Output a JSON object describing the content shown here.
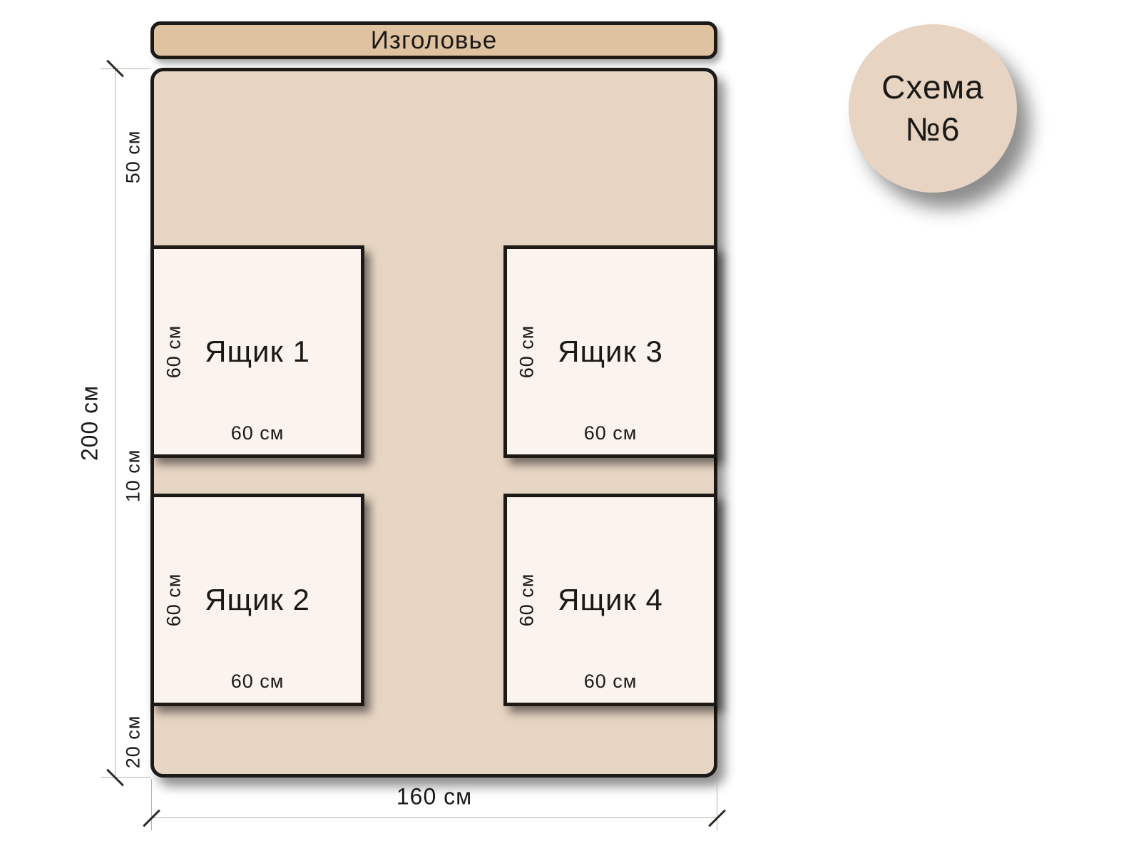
{
  "badge": {
    "line1": "Схема",
    "line2": "№6"
  },
  "headboard": {
    "label": "Изголовье"
  },
  "drawers": [
    {
      "label": "Ящик 1",
      "height_label": "60 см",
      "width_label": "60 см"
    },
    {
      "label": "Ящик 2",
      "height_label": "60 см",
      "width_label": "60 см"
    },
    {
      "label": "Ящик 3",
      "height_label": "60 см",
      "width_label": "60 см"
    },
    {
      "label": "Ящик 4",
      "height_label": "60 см",
      "width_label": "60 см"
    }
  ],
  "dimensions": {
    "total_height_label": "200 см",
    "total_width_label": "160 см",
    "head_section_label": "50 см",
    "middle_gap_label": "10 см",
    "foot_section_label": "20 см"
  },
  "colors": {
    "headboard_fill": "#dfc2a0",
    "bed_fill": "#e8d6c4",
    "drawer_fill": "#fbf3ed",
    "badge_fill": "#e7d4c2",
    "outline": "#1c1916",
    "dimension_line": "#b5b1ac"
  }
}
